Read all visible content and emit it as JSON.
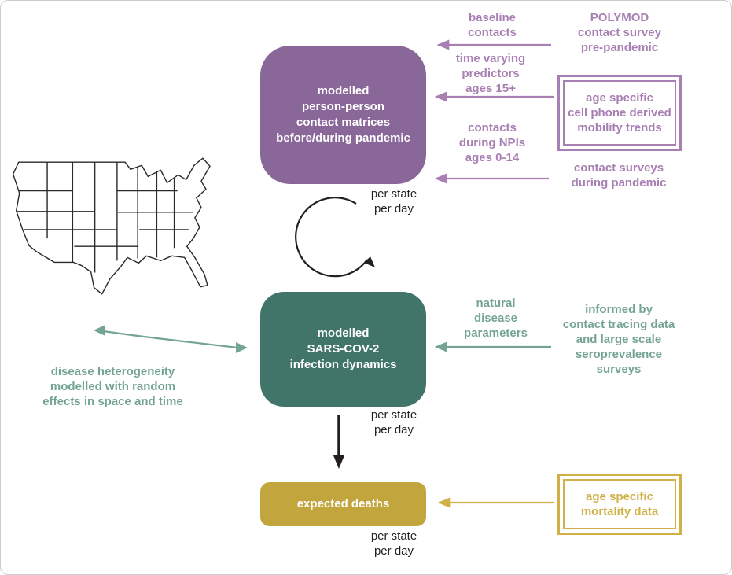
{
  "colors": {
    "purple": "#8a6799",
    "purple_light": "#a87fb3",
    "teal": "#41756a",
    "teal_light": "#74a492",
    "gold": "#c3a53e",
    "gold_light": "#cfb148",
    "ink": "#231f20"
  },
  "nodes": {
    "contact_matrices": "modelled\nperson-person\ncontact matrices\nbefore/during pandemic",
    "infection_dynamics": "modelled\nSARS-COV-2\ninfection dynamics",
    "expected_deaths": "expected deaths"
  },
  "sources": {
    "polymod": "POLYMOD\ncontact survey\npre-pandemic",
    "mobility": "age specific\ncell phone derived\nmobility trends",
    "surveys": "contact surveys\nduring pandemic",
    "tracing": "informed by\ncontact tracing data\nand large scale\nseroprevalence\nsurveys",
    "mortality": "age specific\nmortality data"
  },
  "edge_labels": {
    "baseline": "baseline\ncontacts",
    "time_varying": "time varying\npredictors\nages 15+",
    "npis": "contacts\nduring NPIs\nages 0-14",
    "natural": "natural\ndisease\nparameters"
  },
  "annotations": {
    "per_state_day_contacts": "per state\nper day",
    "per_state_day_infections": "per state\nper day",
    "per_state_day_deaths": "per state\nper day",
    "heterogeneity": "disease heterogeneity\nmodelled with random\neffects in space and time"
  }
}
